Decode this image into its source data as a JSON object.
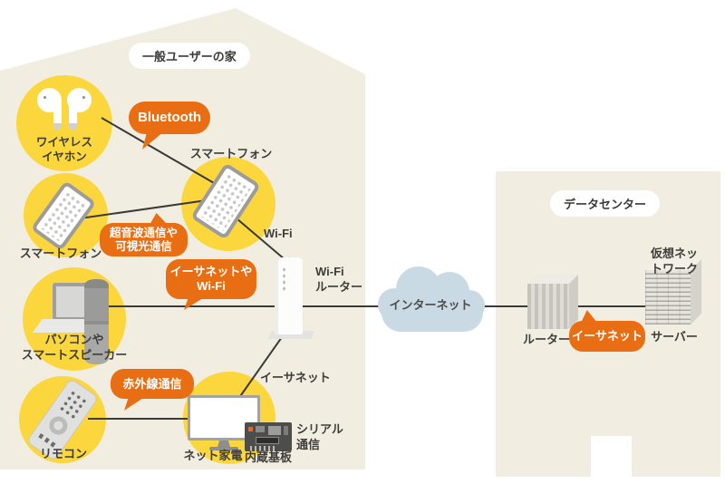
{
  "colors": {
    "area": "#f1eee1",
    "highlight": "#fbd63c",
    "bubble": "#e96d12",
    "cloud": "#cadae4",
    "line": "#3a3a38",
    "text": "#3e3d3b"
  },
  "home": {
    "title": "一般ユーザーの家",
    "bubbles": {
      "bluetooth": "Bluetooth",
      "ultrasonic": "超音波通信や\n可視光通信",
      "ethernet_wifi": "イーサネットや\nWi-Fi",
      "infrared": "赤外線通信"
    },
    "devices": {
      "wireless_earphones": "ワイヤレス\nイヤホン",
      "smartphone_top": "スマートフォン",
      "smartphone_left": "スマートフォン",
      "pc_smart_speaker": "パソコンや\nスマートスピーカー",
      "remote_control": "リモコン",
      "net_appliance": "ネット家電",
      "internal_board": "内蔵基板",
      "wifi_router": "Wi-Fi\nルーター"
    },
    "link_labels": {
      "wifi": "Wi-Fi",
      "ethernet": "イーサネット",
      "serial": "シリアル\n通信"
    }
  },
  "internet": {
    "label": "インターネット"
  },
  "datacenter": {
    "title": "データセンター",
    "bubbles": {
      "ethernet": "イーサネット"
    },
    "devices": {
      "router": "ルーター",
      "server": "サーバー",
      "virtual_network": "仮想ネットワーク"
    }
  }
}
